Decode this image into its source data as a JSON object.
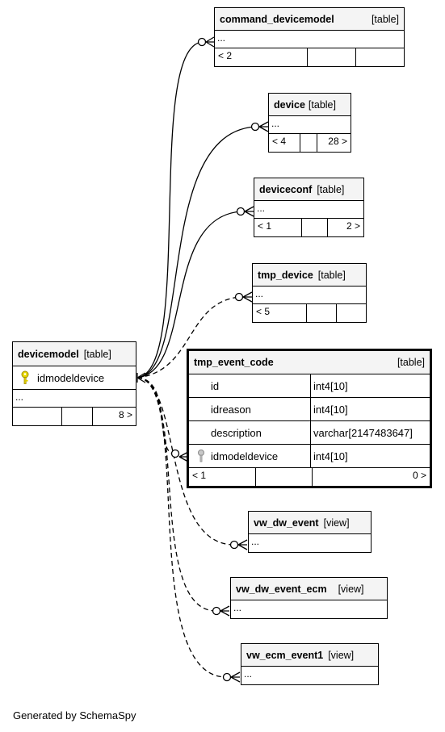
{
  "tables": {
    "command_devicemodel": {
      "name": "command_devicemodel",
      "type": "[table]",
      "body": "...",
      "foot": [
        "< 2",
        "",
        ""
      ]
    },
    "device": {
      "name": "device",
      "type": "[table]",
      "body": "...",
      "foot": [
        "< 4",
        "",
        "28 >"
      ]
    },
    "deviceconf": {
      "name": "deviceconf",
      "type": "[table]",
      "body": "...",
      "foot": [
        "< 1",
        "",
        "2 >"
      ]
    },
    "tmp_device": {
      "name": "tmp_device",
      "type": "[table]",
      "body": "...",
      "foot": [
        "< 5",
        "",
        ""
      ]
    },
    "devicemodel": {
      "name": "devicemodel",
      "type": "[table]",
      "pk": "idmodeldevice",
      "body": "...",
      "foot": [
        "",
        "",
        "8 >"
      ]
    },
    "tmp_event_code": {
      "name": "tmp_event_code",
      "type": "[table]",
      "columns": [
        {
          "name": "id",
          "type": "int4[10]"
        },
        {
          "name": "idreason",
          "type": "int4[10]"
        },
        {
          "name": "description",
          "type": "varchar[2147483647]"
        },
        {
          "name": "idmodeldevice",
          "type": "int4[10]",
          "fk": true
        }
      ],
      "foot": [
        "< 1",
        "",
        "0 >"
      ]
    },
    "vw_dw_event": {
      "name": "vw_dw_event",
      "type": "[view]",
      "body": "..."
    },
    "vw_dw_event_ecm": {
      "name": "vw_dw_event_ecm",
      "type": "[view]",
      "body": "..."
    },
    "vw_ecm_event1": {
      "name": "vw_ecm_event1",
      "type": "[view]",
      "body": "..."
    }
  },
  "relationships": [
    {
      "from": "devicemodel",
      "to": "command_devicemodel",
      "style": "solid"
    },
    {
      "from": "devicemodel",
      "to": "device",
      "style": "solid"
    },
    {
      "from": "devicemodel",
      "to": "deviceconf",
      "style": "solid"
    },
    {
      "from": "devicemodel",
      "to": "tmp_device",
      "style": "dashed"
    },
    {
      "from": "devicemodel",
      "to": "tmp_event_code",
      "style": "dashed"
    },
    {
      "from": "devicemodel",
      "to": "vw_dw_event",
      "style": "dashed"
    },
    {
      "from": "devicemodel",
      "to": "vw_dw_event_ecm",
      "style": "dashed"
    },
    {
      "from": "devicemodel",
      "to": "vw_ecm_event1",
      "style": "dashed"
    }
  ],
  "footer": "Generated by SchemaSpy"
}
